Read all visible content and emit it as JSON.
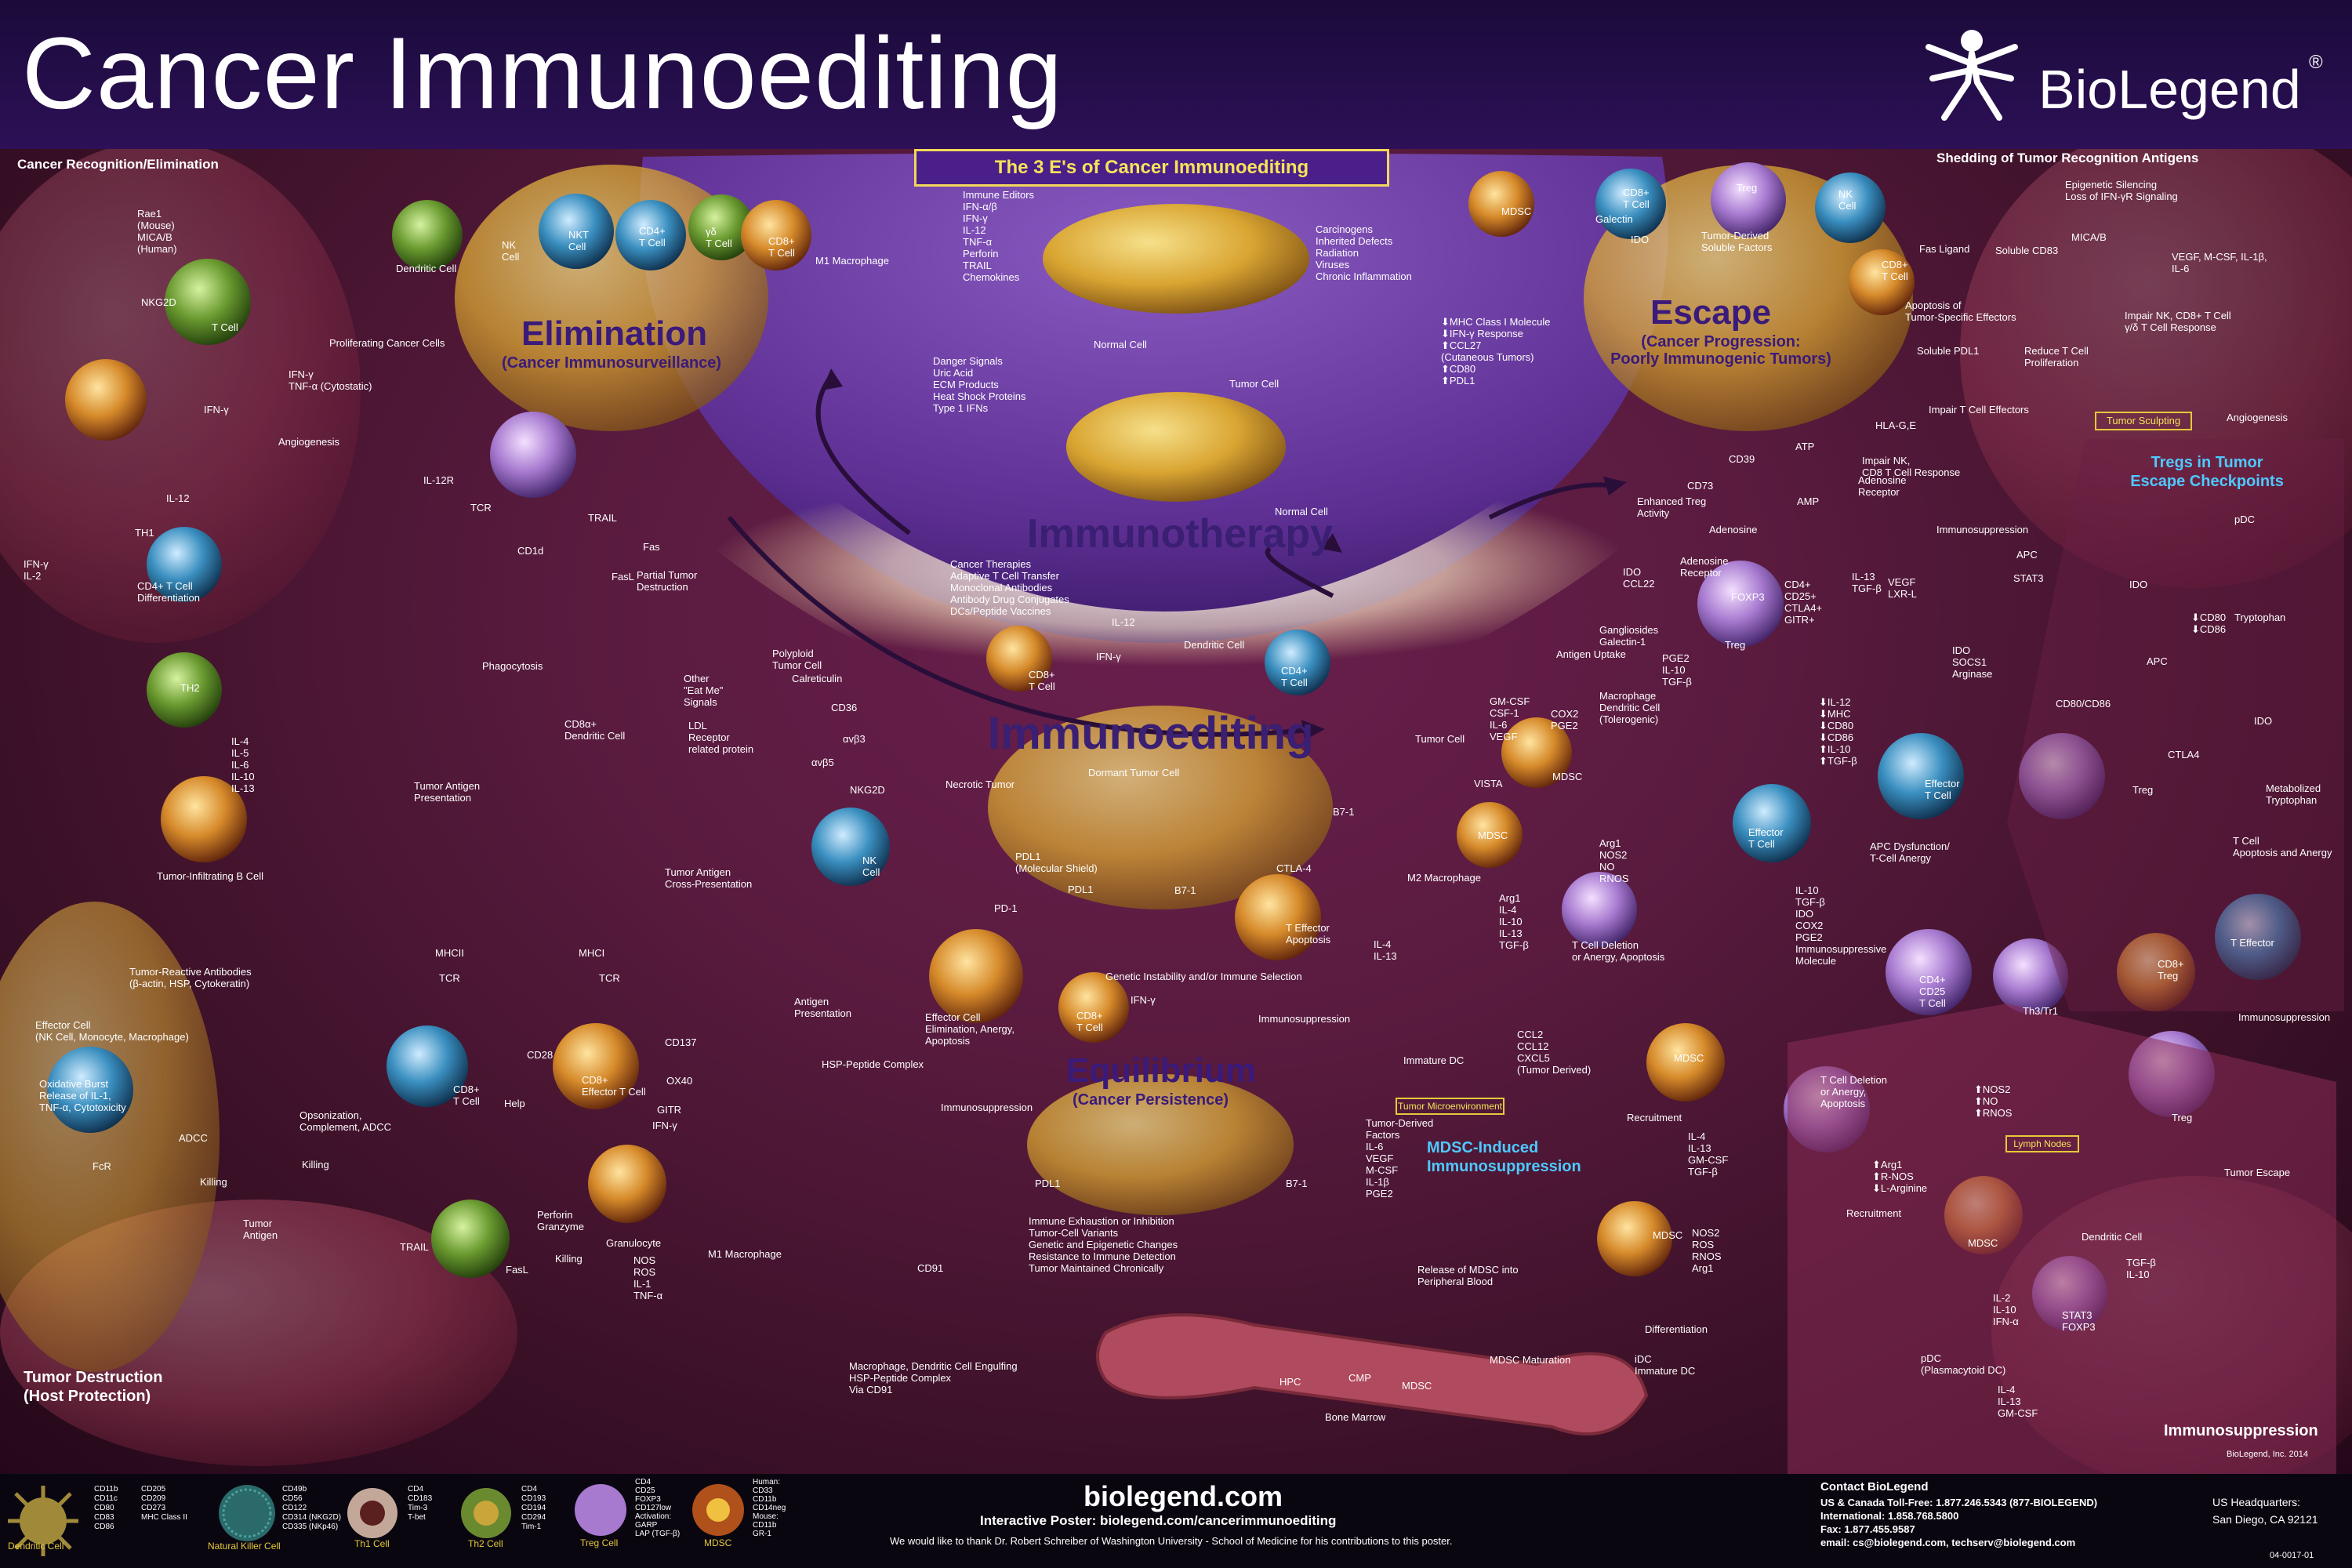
{
  "title": "Cancer Immunoediting",
  "brand": "BioLegend",
  "brand_mark": "®",
  "three_es_title": "The 3 E's of Cancer Immunoediting",
  "phases": {
    "elimination": {
      "name": "Elimination",
      "sub": "(Cancer Immunosurveillance)"
    },
    "escape": {
      "name": "Escape",
      "sub": "(Cancer Progression:\nPoorly Immunogenic Tumors)"
    },
    "equilibrium": {
      "name": "Equilibrium",
      "sub": "(Cancer Persistence)"
    },
    "immunotherapy": "Immunotherapy",
    "immunoediting": "Immunoediting"
  },
  "corner_labels": {
    "cancer_recognition": "Cancer Recognition/Elimination",
    "shedding": "Shedding of Tumor Recognition Antigens",
    "tumor_destruction": "Tumor Destruction\n(Host Protection)",
    "immunosuppression": "Immunosuppression",
    "copyright": "BioLegend, Inc. 2014"
  },
  "center_lists": {
    "immune_editors": "Immune Editors\nIFN-α/β\nIFN-γ\nIL-12\nTNF-α\nPerforin\nTRAIL\nChemokines",
    "carcinogens": "Carcinogens\nInherited Defects\nRadiation\nViruses\nChronic Inflammation",
    "danger_signals": "Danger Signals\nUric Acid\nECM Products\nHeat Shock Proteins\nType 1 IFNs",
    "escape_markers": "⬇MHC Class I Molecule\n⬇IFN-γ Response\n⬆CCL27\n(Cutaneous Tumors)\n⬆CD80\n⬆PDL1",
    "cancer_therapies": "Cancer Therapies\nAdaptive T Cell Transfer\nMonoclonal Antibodies\nAntibody Drug Conjugates\nDCs/Peptide Vaccines",
    "normal_cell": "Normal Cell",
    "tumor_cell": "Tumor Cell",
    "normal_cell_2": "Normal Cell"
  },
  "left_labels": {
    "rae1": "Rae1\n(Mouse)\nMICA/B\n(Human)",
    "nkg2d": "NKG2D",
    "t_cell": "T Cell",
    "ifn_tnf": "IFN-γ\nTNF-α (Cytostatic)",
    "proliferating": "Proliferating Cancer Cells",
    "angiogenesis": "Angiogenesis",
    "ifn_gamma": "IFN-γ",
    "ifn_il2": "IFN-γ\nIL-2",
    "il12": "IL-12",
    "th1": "TH1",
    "cd4_diff": "CD4+ T Cell\nDifferentiation",
    "th2": "TH2",
    "th2_cyt": "IL-4\nIL-5\nIL-6\nIL-10\nIL-13",
    "tib": "Tumor-Infiltrating B Cell",
    "antibodies": "Tumor-Reactive Antibodies\n(β-actin, HSP, Cytokeratin)",
    "effector": "Effector Cell\n(NK Cell, Monocyte, Macrophage)",
    "burst": "Oxidative Burst\nRelease of IL-1,\nTNF-α, Cytotoxicity",
    "fcr": "FcR",
    "adcc": "ADCC",
    "killing": "Killing",
    "opsonization": "Opsonization,\nComplement, ADCC",
    "killing2": "Killing",
    "tumor_antigen": "Tumor\nAntigen",
    "nk_cell": "NK\nCell",
    "nkt_cell": "NKT\nCell",
    "cd4t": "CD4+\nT Cell",
    "gd": "γδ\nT Cell",
    "cd8t": "CD8+\nT Cell",
    "m1": "M1 Macrophage",
    "dc": "Dendritic Cell",
    "il12r": "IL-12R",
    "tcr": "TCR",
    "cd1d": "CD1d",
    "trail": "TRAIL",
    "fasl": "FasL",
    "fas": "Fas",
    "partial": "Partial Tumor\nDestruction",
    "phagocytosis": "Phagocytosis",
    "cd8a_dc": "CD8α+\nDendritic Cell",
    "eat_me": "Other\n\"Eat Me\"\nSignals",
    "ldl": "LDL\nReceptor\nrelated protein",
    "polyploid": "Polyploid\nTumor Cell",
    "calreticulin": "Calreticulin",
    "cd36": "CD36",
    "avb3": "αvβ3",
    "avb5": "αvβ5",
    "tap": "Tumor Antigen\nPresentation",
    "tacp": "Tumor Antigen\nCross-Presentation",
    "mhcii": "MHCII",
    "mhci": "MHCI",
    "tcr2": "TCR",
    "tcr3": "TCR",
    "cd28": "CD28",
    "cd137": "CD137",
    "ox40": "OX40",
    "gitr": "GITR",
    "help": "Help",
    "cd8_effector": "CD8+\nEffector T Cell",
    "cd8t2": "CD8+\nT Cell",
    "perforin": "Perforin\nGranzyme",
    "killing3": "Killing",
    "trail2": "TRAIL",
    "fasl2": "FasL",
    "granulocyte": "Granulocyte",
    "ifn_g2": "IFN-γ",
    "nos_ros": "NOS\nROS\nIL-1\nTNF-α",
    "m1b": "M1 Macrophage"
  },
  "center_labels": {
    "il12b": "IL-12",
    "dc2": "Dendritic Cell",
    "cd8t3": "CD8+\nT Cell",
    "cd4t3": "CD4+\nT Cell",
    "ifn_g3": "IFN-γ",
    "nkg2d2": "NKG2D",
    "nk2": "NK\nCell",
    "necrotic": "Necrotic Tumor",
    "dormant": "Dormant Tumor Cell",
    "pdl1_mol": "PDL1\n(Molecular Shield)",
    "pd1": "PD-1",
    "pdl1": "PDL1",
    "b71": "B7-1",
    "ctla4": "CTLA-4",
    "b71b": "B7-1",
    "t_apop": "T Effector\nApoptosis",
    "genetic": "Genetic Instability and/or Immune Selection",
    "ifn_g4": "IFN-γ",
    "cd8t4": "CD8+\nT Cell",
    "effector_elim": "Effector Cell\nElimination, Anergy,\nApoptosis",
    "immunosuppression1": "Immunosuppression",
    "immunosuppression2": "Immunosuppression",
    "hsp": "HSP-Peptide Complex",
    "antigen_pres": "Antigen\nPresentation",
    "pdl1b": "PDL1",
    "b71c": "B7-1",
    "exhaustion": "Immune Exhaustion or Inhibition\nTumor-Cell Variants\nGenetic and Epigenetic Changes\nResistance to Immune Detection\nTumor Maintained Chronically",
    "cd91": "CD91",
    "engulf": "Macrophage, Dendritic Cell Engulfing\nHSP-Peptide Complex\nVia CD91"
  },
  "right_labels": {
    "mdsc_top": "MDSC",
    "galectin": "Galectin",
    "cd8t5": "CD8+\nT Cell",
    "treg_top": "Treg",
    "nk_top": "NK\nCell",
    "ido": "IDO",
    "tumor_derived": "Tumor-Derived\nSoluble Factors",
    "cd8_top2": "CD8+\nT Cell",
    "fas_ligand": "Fas Ligand",
    "soluble_cd83": "Soluble CD83",
    "mica_b": "MICA/B",
    "epigenetic": "Epigenetic Silencing\nLoss of IFN-γR Signaling",
    "vegf": "VEGF, M-CSF, IL-1β,\nIL-6",
    "apoptosis_tsv": "Apoptosis of\nTumor-Specific Effectors",
    "reduce_tcell": "Reduce T Cell\nProliferation",
    "impair_nk": "Impair NK, CD8+ T Cell\nγ/δ T Cell Response",
    "soluble_pdl1": "Soluble PDL1",
    "impair_t": "Impair T Cell Effectors",
    "tumor_sculpting": "Tumor Sculpting",
    "angiogenesis2": "Angiogenesis",
    "hla": "HLA-G,E",
    "impair_nk2": "Impair NK,\nCD8 T Cell Response",
    "atp": "ATP",
    "cd39": "CD39",
    "cd73": "CD73",
    "amp": "AMP",
    "adenosine": "Adenosine",
    "adenosine_r": "Adenosine\nReceptor",
    "immunosup3": "Immunosuppression",
    "tregs_title": "Tregs in Tumor\nEscape Checkpoints",
    "enhanced": "Enhanced Treg\nActivity",
    "ido_ccl22": "IDO\nCCL22",
    "adenosine_r2": "Adenosine\nReceptor",
    "foxp3": "FOXP3",
    "treg2": "Treg",
    "treg_markers": "CD4+\nCD25+\nCTLA4+\nGITR+",
    "il13_tgf": "IL-13\nTGF-β",
    "vegf_lxr": "VEGF\nLXR-L",
    "gangliosides": "Gangliosides\nGalectin-1",
    "pge2": "PGE2\nIL-10\nTGF-β",
    "antigen_uptake": "Antigen Uptake",
    "tol_dc": "Macrophage\nDendritic Cell\n(Tolerogenic)",
    "gm_csf": "GM-CSF\nCSF-1\nIL-6\nVEGF",
    "cox2": "COX2\nPGE2",
    "mdsc2": "MDSC",
    "tumor_cell2": "Tumor Cell",
    "vista": "VISTA",
    "mdsc3": "MDSC",
    "arg": "Arg1\nNOS2\nNO\nRNOS",
    "m2": "M2 Macrophage",
    "m2_markers": "Arg1\nIL-4\nIL-10\nIL-13\nTGF-β",
    "il4_il13": "IL-4\nIL-13",
    "t_deletion": "T Cell Deletion\nor Anergy, Apoptosis",
    "il12_markers": "⬇IL-12\n⬇MHC\n⬇CD80\n⬇CD86\n⬆IL-10\n⬆TGF-β",
    "effector_tcell": "Effector\nT Cell",
    "effector_tcell2": "Effector\nT Cell",
    "apc": "APC",
    "stat3": "STAT3",
    "ido2": "IDO",
    "ido_socs": "IDO\nSOCS1\nArginase",
    "pdc": "pDC",
    "cd80_86": "⬇CD80\n⬇CD86",
    "apc2": "APC",
    "cd80_cd86": "CD80/CD86",
    "ctla4b": "CTLA4",
    "treg3": "Treg",
    "tryptophan": "Tryptophan",
    "ido3": "IDO",
    "metabolized": "Metabolized\nTryptophan",
    "apc_dys": "APC Dysfunction/\nT-Cell Anergy",
    "t_apop2": "T Cell\nApoptosis and Anergy",
    "il10_list": "IL-10\nTGF-β\nIDO\nCOX2\nPGE2\nImmunosuppressive\nMolecule",
    "cd4_cd25": "CD4+\nCD25\nT Cell",
    "th3": "Th3/Tr1",
    "cd8_treg": "CD8+\nTreg",
    "t_effector": "T Effector",
    "immunosup4": "Immunosuppression",
    "treg4": "Treg",
    "tumor_escape": "Tumor Escape",
    "tumor_micro": "Tumor Microenvironment",
    "lymph_nodes": "Lymph Nodes",
    "mdsc_title": "MDSC-Induced\nImmunosuppression",
    "tumor_factors": "Tumor-Derived\nFactors\nIL-6\nVEGF\nM-CSF\nIL-1β\nPGE2",
    "immature_dc": "Immature DC",
    "ccl": "CCL2\nCCL12\nCXCL5\n(Tumor Derived)",
    "mdsc4": "MDSC",
    "recruitment": "Recruitment",
    "il4_list": "IL-4\nIL-13\nGM-CSF\nTGF-β",
    "t_deletion2": "T Cell Deletion\nor Anergy,\nApoptosis",
    "nos2": "⬆NOS2\n⬆NO\n⬆RNOS",
    "arg1": "⬆Arg1\n⬆R-NOS\n⬇L-Arginine",
    "mdsc5": "MDSC",
    "nos2b": "NOS2\nROS\nRNOS\nArg1",
    "recruitment2": "Recruitment",
    "mdsc6": "MDSC",
    "dc3": "Dendritic Cell",
    "tgf_il10": "TGF-β\nIL-10",
    "release": "Release of MDSC into\nPeripheral Blood",
    "differentiation": "Differentiation",
    "mdsc_maturation": "MDSC Maturation",
    "immature_dc2": "iDC\nImmature DC",
    "il2_list": "IL-2\nIL-10\nIFN-α",
    "stat3b": "STAT3\nFOXP3",
    "pdc2": "pDC\n(Plasmacytoid DC)",
    "il4_gmcsf": "IL-4\nIL-13\nGM-CSF",
    "hpc": "HPC",
    "cmp": "CMP",
    "mdsc7": "MDSC",
    "bone_marrow": "Bone Marrow"
  },
  "footer": {
    "legend": [
      {
        "name": "Dendritic Cell",
        "markers": "CD11b\nCD11c\nCD80\nCD83\nCD86",
        "markers2": "CD205\nCD209\nCD273\nMHC Class II"
      },
      {
        "name": "Natural Killer Cell",
        "markers": "CD49b\nCD56\nCD122\nCD314 (NKG2D)\nCD335 (NKp46)",
        "markers2": ""
      },
      {
        "name": "Th1 Cell",
        "markers": "CD4\nCD183\nTim-3\nT-bet",
        "markers2": ""
      },
      {
        "name": "Th2 Cell",
        "markers": "CD4\nCD193\nCD194\nCD294\nTim-1",
        "markers2": ""
      },
      {
        "name": "Treg Cell",
        "markers": "CD4\nCD25\nFOXP3\nCD127low\nActivation:\nGARP\nLAP (TGF-β)",
        "markers2": ""
      },
      {
        "name": "MDSC",
        "markers": "Human:\nCD33\nCD11b\nCD14neg\nMouse:\nCD11b\nGR-1",
        "markers2": ""
      }
    ],
    "website": "biolegend.com",
    "interactive": "Interactive Poster: biolegend.com/cancerimmunoediting",
    "thanks": "We would like to thank Dr. Robert Schreiber of Washington University - School of Medicine for his contributions to this poster.",
    "contact_title": "Contact BioLegend",
    "contact": "US & Canada Toll-Free: 1.877.246.5343 (877-BIOLEGEND)\nInternational: 1.858.768.5800\nFax: 1.877.455.9587\nemail: cs@biolegend.com, techserv@biolegend.com",
    "hq_title": "US Headquarters:",
    "hq": "San Diego, CA 92121",
    "code": "04-0017-01"
  },
  "colors": {
    "header": "#2d1057",
    "title_text": "#ffffff",
    "banner_text": "#3a1f72",
    "box_fill": "#4a1f8a",
    "box_border": "#f1d85a",
    "highlight_blue": "#4ec9ff",
    "tumor_cell": "#d9b23a",
    "tissue": "#c9506a"
  }
}
